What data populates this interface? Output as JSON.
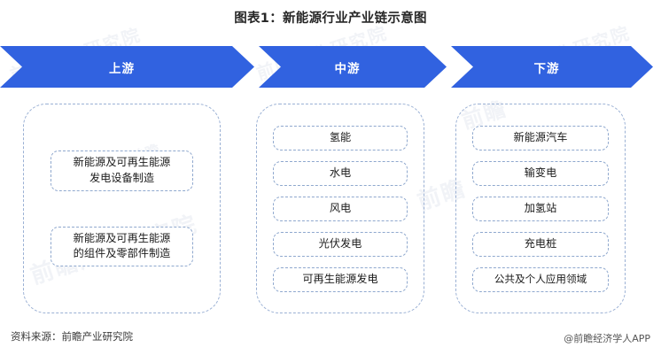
{
  "chart_data": {
    "type": "diagram",
    "title": "图表1：新能源行业产业链示意图",
    "diagram_kind": "industry-chain",
    "stages": [
      "上游",
      "中游",
      "下游"
    ],
    "nodes": {
      "上游": [
        "新能源及可再生能源\n发电设备制造",
        "新能源及可再生能源\n的组件及零部件制造"
      ],
      "中游": [
        "氢能",
        "水电",
        "风电",
        "光伏发电",
        "可再生能源发电"
      ],
      "下游": [
        "新能源汽车",
        "输变电",
        "加氢站",
        "充电桩",
        "公共及个人应用领域"
      ]
    }
  },
  "title": "图表1：新能源行业产业链示意图",
  "banner": {
    "upstream_label": "上游",
    "midstream_label": "中游",
    "downstream_label": "下游"
  },
  "upstream": {
    "nodes": [
      {
        "label": "新能源及可再生能源\n发电设备制造"
      },
      {
        "label": "新能源及可再生能源\n的组件及零部件制造"
      }
    ]
  },
  "midstream": {
    "nodes": [
      {
        "label": "氢能"
      },
      {
        "label": "水电"
      },
      {
        "label": "风电"
      },
      {
        "label": "光伏发电"
      },
      {
        "label": "可再生能源发电"
      }
    ]
  },
  "downstream": {
    "nodes": [
      {
        "label": "新能源汽车"
      },
      {
        "label": "输变电"
      },
      {
        "label": "加氢站"
      },
      {
        "label": "充电桩"
      },
      {
        "label": "公共及个人应用领域"
      }
    ]
  },
  "footer": {
    "source": "资料来源：前瞻产业研究院",
    "attribution": "@前瞻经济学人APP"
  },
  "watermark": {
    "brand": "前瞻产业研究院",
    "short": "前瞻"
  },
  "colors": {
    "arrow_blue": "#3162E0",
    "dash_border": "#9AB0D4",
    "title_text": "#262626"
  }
}
